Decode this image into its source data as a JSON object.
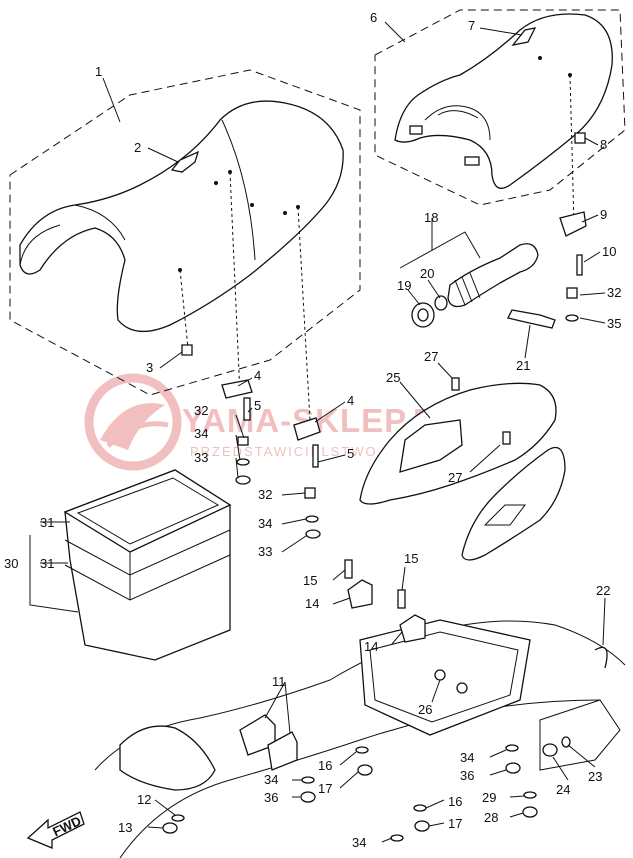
{
  "watermark": {
    "title": "YAMA-SKLEP.PL",
    "subtitle": "PRZEDSTAWICIELSTWO LEGALNE YAMAHA",
    "color": "#e8a0a0"
  },
  "direction_label": "FWD",
  "callouts": {
    "c1": "1",
    "c2": "2",
    "c3": "3",
    "c4a": "4",
    "c4b": "4",
    "c5a": "5",
    "c5b": "5",
    "c6": "6",
    "c7": "7",
    "c8": "8",
    "c9": "9",
    "c10": "10",
    "c11": "11",
    "c12": "12",
    "c13": "13",
    "c14a": "14",
    "c14b": "14",
    "c15a": "15",
    "c15b": "15",
    "c16a": "16",
    "c16b": "16",
    "c17a": "17",
    "c17b": "17",
    "c18": "18",
    "c19": "19",
    "c20": "20",
    "c21": "21",
    "c22": "22",
    "c23": "23",
    "c24": "24",
    "c25": "25",
    "c26": "26",
    "c27a": "27",
    "c27b": "27",
    "c28": "28",
    "c29": "29",
    "c30": "30",
    "c31a": "31",
    "c31b": "31",
    "c32a": "32",
    "c32b": "32",
    "c32c": "32",
    "c33a": "33",
    "c33b": "33",
    "c34a": "34",
    "c34b": "34",
    "c34c": "34",
    "c34d": "34",
    "c34e": "34",
    "c35": "35",
    "c36a": "36",
    "c36b": "36"
  }
}
